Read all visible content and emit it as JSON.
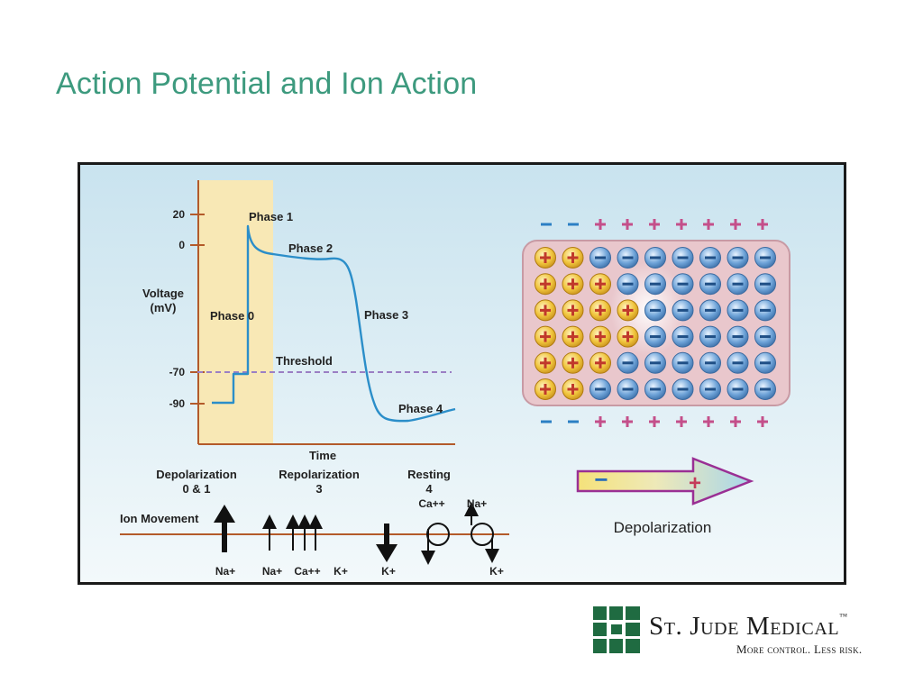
{
  "slide": {
    "title": "Action Potential and Ion Action"
  },
  "chart": {
    "y_axis_label": [
      "Voltage",
      "(mV)"
    ],
    "y_ticks": [
      "20",
      "0",
      "-70",
      "-90"
    ],
    "x_axis_label": "Time",
    "phase_labels": [
      "Phase 1",
      "Phase 2",
      "Phase 0",
      "Phase 3",
      "Threshold",
      "Phase 4"
    ]
  },
  "phases": [
    {
      "name": "Depolarization",
      "sub": "0 & 1"
    },
    {
      "name": "Repolarization",
      "sub": "3"
    },
    {
      "name": "Resting",
      "sub": "4"
    }
  ],
  "ion_movement": {
    "label": "Ion Movement",
    "ions_below": [
      "Na+",
      "Na+",
      "Ca++",
      "K+",
      "K+",
      "K+"
    ],
    "ions_above": [
      "Ca++",
      "Na+"
    ]
  },
  "depolarization": {
    "label": "Depolarization",
    "minus_sign": "−",
    "plus_sign": "+"
  },
  "logo": {
    "name": "St. Jude Medical",
    "trademark": "™",
    "tagline": "More control. Less risk."
  },
  "colors": {
    "title": "#3d9a7e",
    "axis": "#b35a2a",
    "trace": "#2b8ec9",
    "threshold": "#9b7fc4",
    "phase0_band": "#f8e8b5",
    "cell_panel": "#e9c7cc",
    "positive_ion": "#f0c43c",
    "negative_ion": "#6ea3d8",
    "logo": "#1f6b41"
  }
}
